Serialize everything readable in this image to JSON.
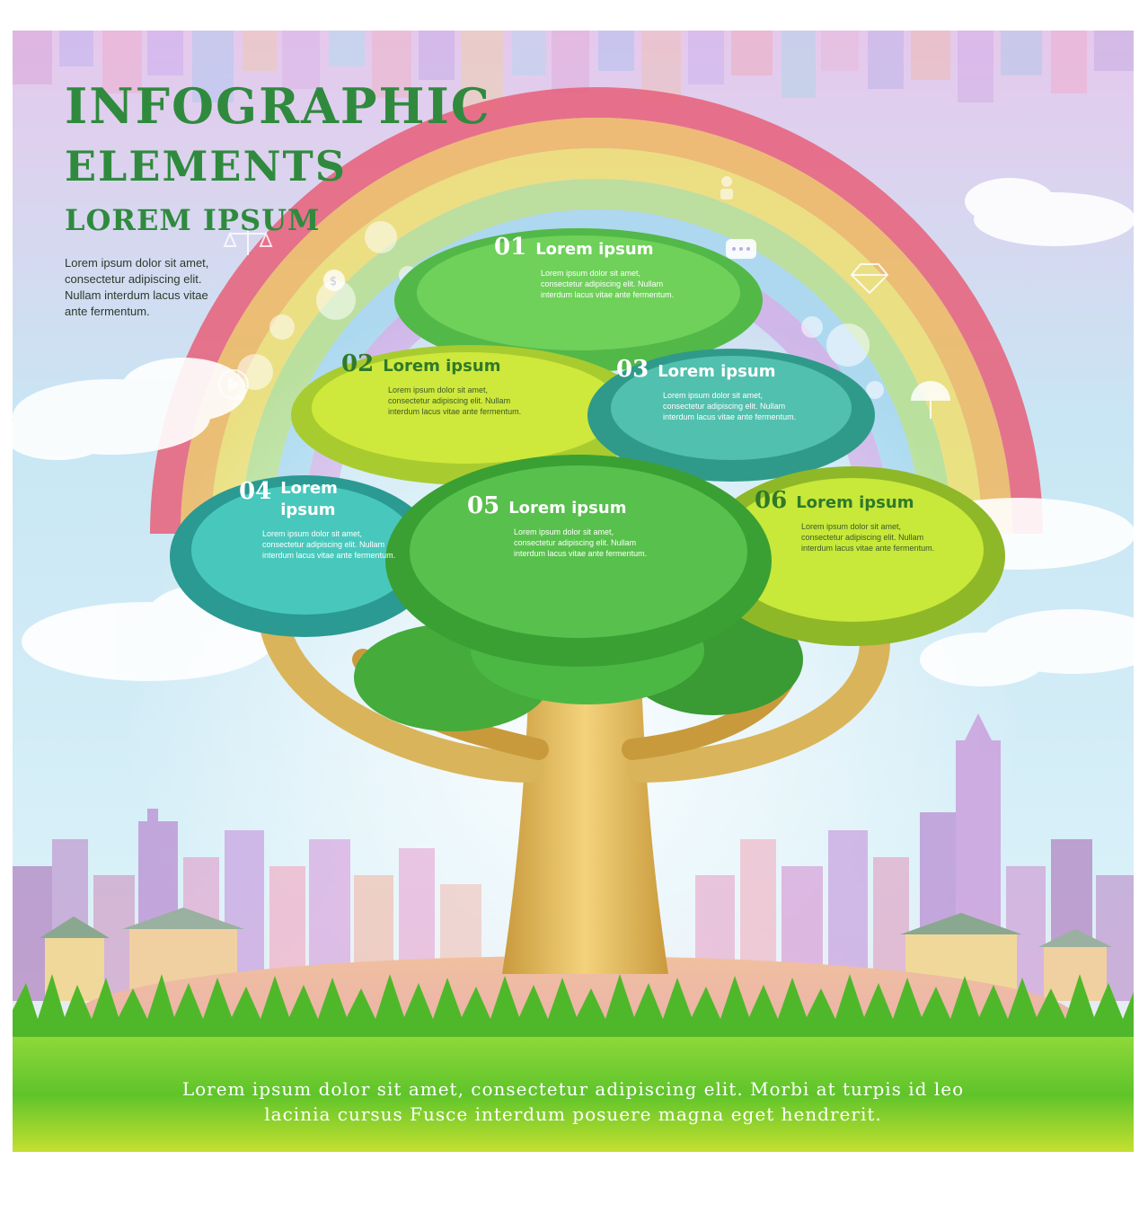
{
  "header": {
    "title_line_1": "INFOGRAPHIC",
    "title_line_2": "ELEMENTS",
    "subtitle": "LOREM IPSUM",
    "intro_lines": [
      "Lorem ipsum dolor sit amet,",
      "consectetur adipiscing elit.",
      "Nullam interdum lacus vitae",
      "ante fermentum."
    ]
  },
  "clouds": [
    {
      "number": "01",
      "heading": "Lorem ipsum",
      "body_lines": [
        "Lorem ipsum dolor sit amet,",
        "consectetur adipiscing elit. Nullam",
        "interdum lacus vitae ante fermentum."
      ]
    },
    {
      "number": "02",
      "heading": "Lorem ipsum",
      "body_lines": [
        "Lorem ipsum dolor sit amet,",
        "consectetur adipiscing elit. Nullam",
        "interdum lacus vitae ante fermentum."
      ]
    },
    {
      "number": "03",
      "heading": "Lorem ipsum",
      "body_lines": [
        "Lorem ipsum dolor sit amet,",
        "consectetur adipiscing elit. Nullam",
        "interdum lacus vitae ante fermentum."
      ]
    },
    {
      "number": "04",
      "heading": "Lorem ipsum",
      "body_lines": [
        "Lorem ipsum dolor sit amet,",
        "consectetur adipiscing elit. Nullam",
        "interdum lacus vitae ante fermentum."
      ]
    },
    {
      "number": "05",
      "heading": "Lorem ipsum",
      "body_lines": [
        "Lorem ipsum dolor sit amet,",
        "consectetur adipiscing elit. Nullam",
        "interdum lacus vitae ante fermentum."
      ]
    },
    {
      "number": "06",
      "heading": "Lorem ipsum",
      "body_lines": [
        "Lorem ipsum dolor sit amet,",
        "consectetur adipiscing elit. Nullam",
        "interdum lacus vitae ante fermentum."
      ]
    }
  ],
  "footer": {
    "lines": [
      "Lorem ipsum dolor sit amet, consectetur adipiscing elit. Morbi at turpis id leo",
      "lacinia cursus Fusce interdum posuere magna eget hendrerit."
    ]
  },
  "icons": [
    "scales-icon",
    "money-bag-icon",
    "play-icon",
    "chat-bubble-icon",
    "person-icon",
    "diamond-icon",
    "umbrella-icon"
  ],
  "colors": {
    "title_green": "#2f8a3e",
    "grass_green": "#5cbf2a",
    "trunk": "#d9b45a",
    "cloud_green": "#4cbf4a",
    "cloud_lime": "#c8e83a",
    "cloud_teal": "#35b8a8"
  }
}
